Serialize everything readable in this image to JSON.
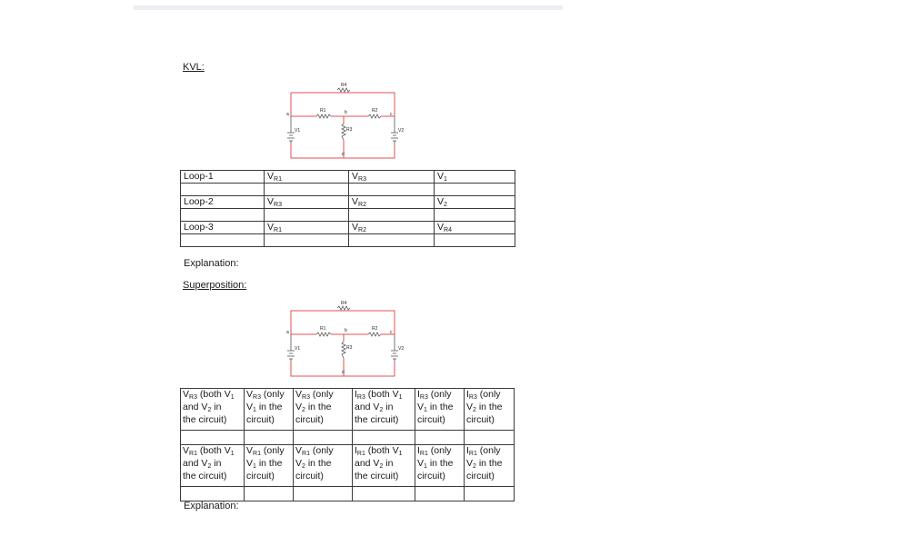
{
  "kvl": {
    "heading": "KVL:",
    "explanation": "Explanation:",
    "rows": [
      {
        "label": "Loop-1",
        "cells": [
          {
            "main": "V",
            "sub": "R1"
          },
          {
            "main": "V",
            "sub": "R3"
          },
          {
            "main": "V",
            "sub": "1"
          }
        ]
      },
      {
        "label": "Loop-2",
        "cells": [
          {
            "main": "V",
            "sub": "R3"
          },
          {
            "main": "V",
            "sub": "R2"
          },
          {
            "main": "V",
            "sub": "2"
          }
        ]
      },
      {
        "label": "Loop-3",
        "cells": [
          {
            "main": "V",
            "sub": "R1"
          },
          {
            "main": "V",
            "sub": "R2"
          },
          {
            "main": "V",
            "sub": "R4"
          }
        ]
      }
    ]
  },
  "circuit": {
    "labels": {
      "r1": "R1",
      "r2": "R2",
      "r3": "R3",
      "r4": "R4",
      "v1": "V1",
      "v2": "V2",
      "node_a": "a",
      "node_b": "b",
      "node_c": "c",
      "node_d": "d"
    },
    "wire_color": "#e05050"
  },
  "superposition": {
    "heading": "Superposition:",
    "explanation": "Explanation:",
    "rows": [
      [
        {
          "a": "V",
          "s": "R3",
          "t": " (both V",
          "s2": "1",
          "l2": "and V",
          "s3": "2",
          "l3": " in",
          "l4": "the circuit)"
        },
        {
          "a": "V",
          "s": "R3",
          "t": " (only",
          "l2pre": "V",
          "s2": "1",
          "l2": " in the",
          "l4": "circuit)"
        },
        {
          "a": "V",
          "s": "R3",
          "t": " (only",
          "l2pre": "V",
          "s2": "2",
          "l2": " in the",
          "l4": "circuit)"
        },
        {
          "a": "I",
          "s": "R3",
          "t": " (both V",
          "s2": "1",
          "l2": "and V",
          "s3": "2",
          "l3": " in",
          "l4": "the circuit)"
        },
        {
          "a": "I",
          "s": "R3",
          "t": " (only",
          "l2pre": "V",
          "s2": "1",
          "l2": " in the",
          "l4": "circuit)"
        },
        {
          "a": "I",
          "s": "R3",
          "t": " (only",
          "l2pre": "V",
          "s2": "2",
          "l2": " in the",
          "l4": "circuit)"
        }
      ],
      [
        {
          "a": "V",
          "s": "R1",
          "t": " (both V",
          "s2": "1",
          "l2": "and V",
          "s3": "2",
          "l3": " in",
          "l4": "the circuit)"
        },
        {
          "a": "V",
          "s": "R1",
          "t": " (only",
          "l2pre": "V",
          "s2": "1",
          "l2": " in the",
          "l4": "circuit)"
        },
        {
          "a": "V",
          "s": "R1",
          "t": " (only",
          "l2pre": "V",
          "s2": "2",
          "l2": " in the",
          "l4": "circuit)"
        },
        {
          "a": "I",
          "s": "R1",
          "t": " (both V",
          "s2": "1",
          "l2": "and V",
          "s3": "2",
          "l3": " in",
          "l4": "the circuit)"
        },
        {
          "a": "I",
          "s": "R1",
          "t": " (only",
          "l2pre": "V",
          "s2": "1",
          "l2": " in the",
          "l4": "circuit)"
        },
        {
          "a": "I",
          "s": "R1",
          "t": " (only",
          "l2pre": "V",
          "s2": "2",
          "l2": " in the",
          "l4": "circuit)"
        }
      ]
    ]
  }
}
